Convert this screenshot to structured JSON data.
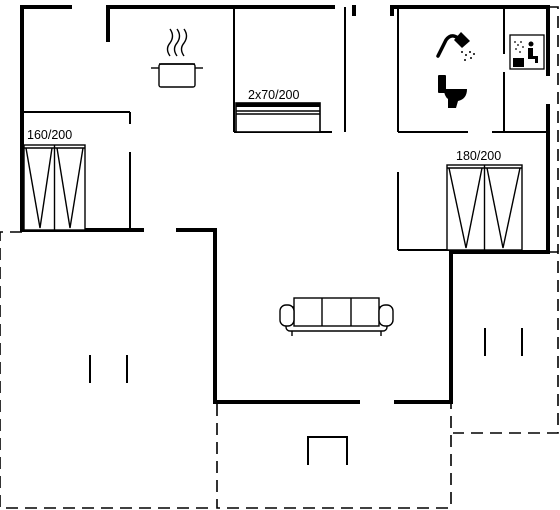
{
  "floorplan": {
    "labels": {
      "bunk_bed": "2x70/200",
      "double_bed_left": "160/200",
      "double_bed_right": "180/200"
    },
    "icons": {
      "stove": "cooking-pot-icon",
      "shower": "shower-icon",
      "toilet": "toilet-icon",
      "sauna": "sauna-icon",
      "sofa": "sofa-icon"
    },
    "colors": {
      "lines": "#000000",
      "background": "#ffffff"
    }
  }
}
